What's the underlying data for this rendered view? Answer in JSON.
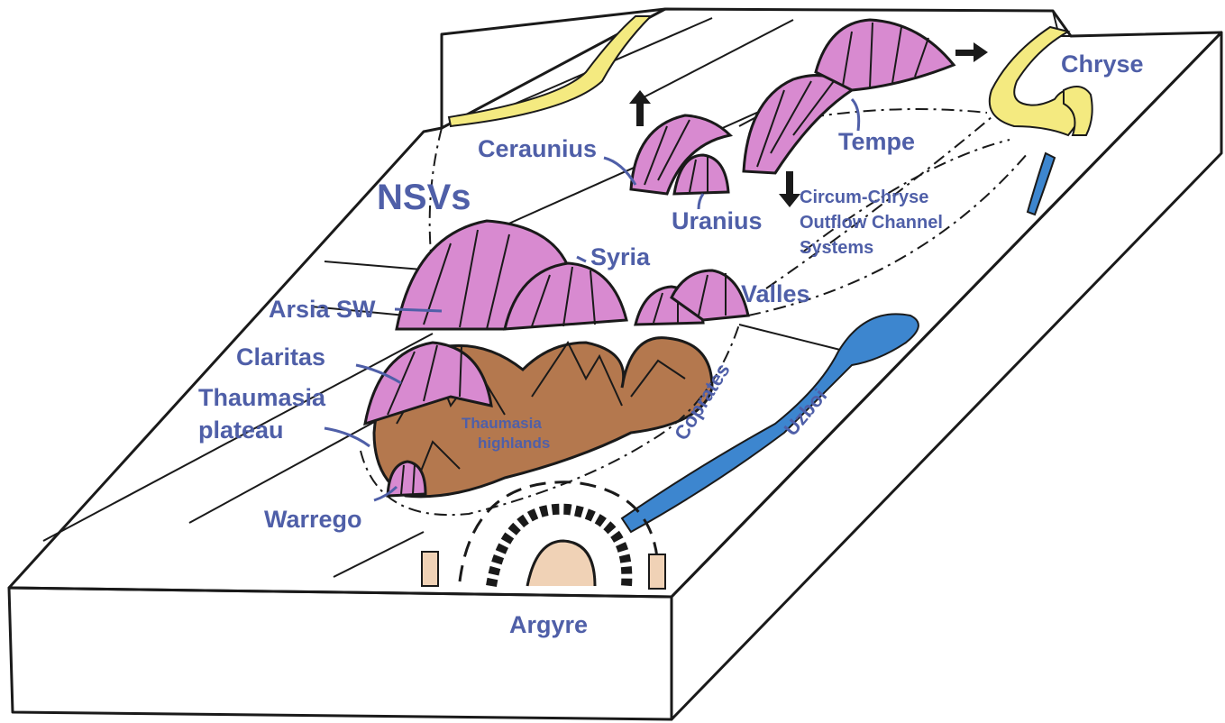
{
  "labels": {
    "nsvs": "NSVs",
    "ceraunius": "Ceraunius",
    "tempe": "Tempe",
    "chryse": "Chryse",
    "uranius": "Uranius",
    "circum_line1": "Circum-Chryse",
    "circum_line2": "Outflow Channel",
    "circum_line3": "Systems",
    "syria": "Syria",
    "arsia": "Arsia SW",
    "valles": "Valles",
    "claritas": "Claritas",
    "thaumasia_plateau_line1": "Thaumasia",
    "thaumasia_plateau_line2": "plateau",
    "thaumasia_highlands_line1": "Thaumasia",
    "thaumasia_highlands_line2": "highlands",
    "coprates": "Coprates",
    "uzboi": "Uzboi",
    "warrego": "Warrego",
    "argyre": "Argyre"
  },
  "colors": {
    "block": "#f0d2b6",
    "block_side": "#efd0b3",
    "volcano": "#d88ad0",
    "highland": "#b4784e",
    "channel_yellow": "#f4ea80",
    "water_blue": "#3d86cf",
    "label_blue": "#4f5fa8",
    "outline": "#1a1a1a"
  }
}
